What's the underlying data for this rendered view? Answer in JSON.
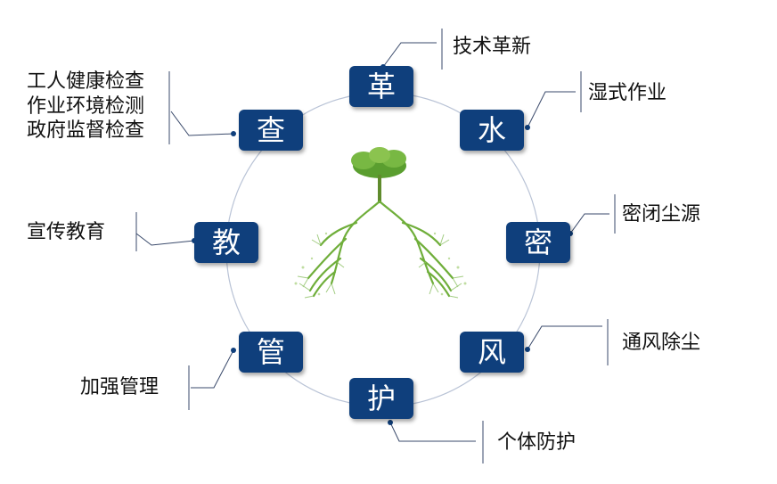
{
  "nodes": [
    {
      "key": "ge",
      "char": "革",
      "label": [
        "技术革新"
      ]
    },
    {
      "key": "shui",
      "char": "水",
      "label": [
        "湿式作业"
      ]
    },
    {
      "key": "mi",
      "char": "密",
      "label": [
        "密闭尘源"
      ]
    },
    {
      "key": "feng",
      "char": "风",
      "label": [
        "通风除尘"
      ]
    },
    {
      "key": "hu",
      "char": "护",
      "label": [
        "个体防护"
      ]
    },
    {
      "key": "guan",
      "char": "管",
      "label": [
        "加强管理"
      ]
    },
    {
      "key": "jiao",
      "char": "教",
      "label": [
        "宣传教育"
      ]
    },
    {
      "key": "cha",
      "char": "查",
      "label": [
        "工人健康检查",
        "作业环境检测",
        "政府监督检查"
      ]
    }
  ],
  "colors": {
    "node_fill": "#0f3f7c",
    "ring": "#b9c3d6",
    "connector": "#3a4a6b",
    "tree": "#6fae3a"
  },
  "icons": {
    "center": "tree-lungs-icon"
  }
}
